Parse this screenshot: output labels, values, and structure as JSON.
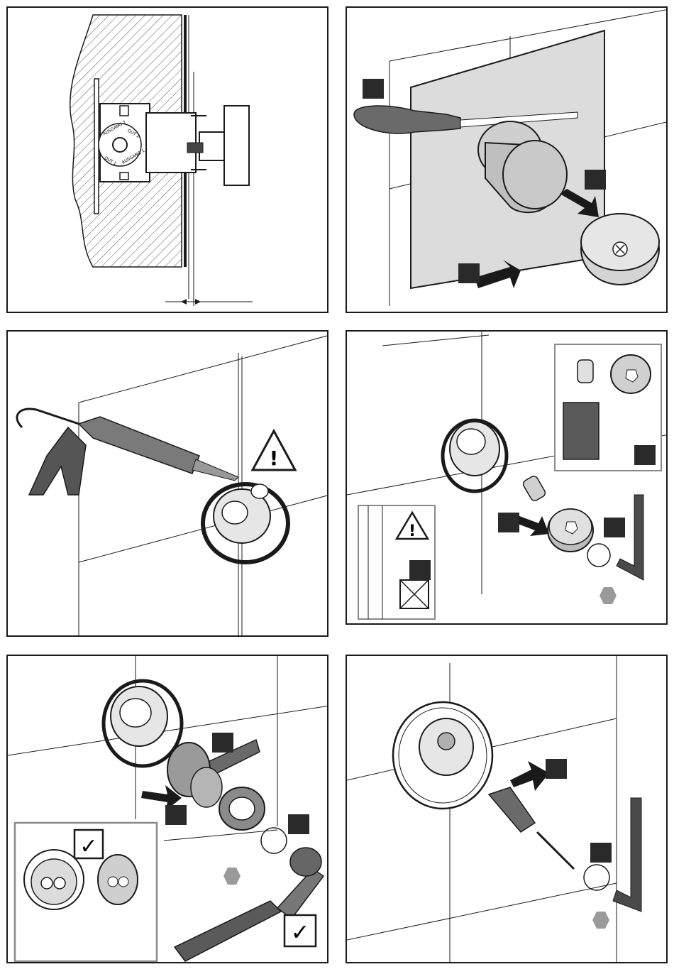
{
  "panels": [
    {
      "id": 1,
      "texts": {
        "a": "AUSGANG 2",
        "b": "OUT 2",
        "c": "AUSGANG 1",
        "d": "OUT 1"
      }
    },
    {
      "id": 2
    },
    {
      "id": 3,
      "warning_symbol": "!"
    },
    {
      "id": 4,
      "warning_symbol": "!"
    },
    {
      "id": 5
    },
    {
      "id": 6
    }
  ],
  "icons": {
    "check": "✓",
    "warning": "!"
  },
  "colors": {
    "line": "#1a1a1a",
    "tile": "#dcdcdc",
    "steel": "#8a8a8a",
    "dark": "#3c3c3c",
    "marker": "#2a2a2a"
  }
}
